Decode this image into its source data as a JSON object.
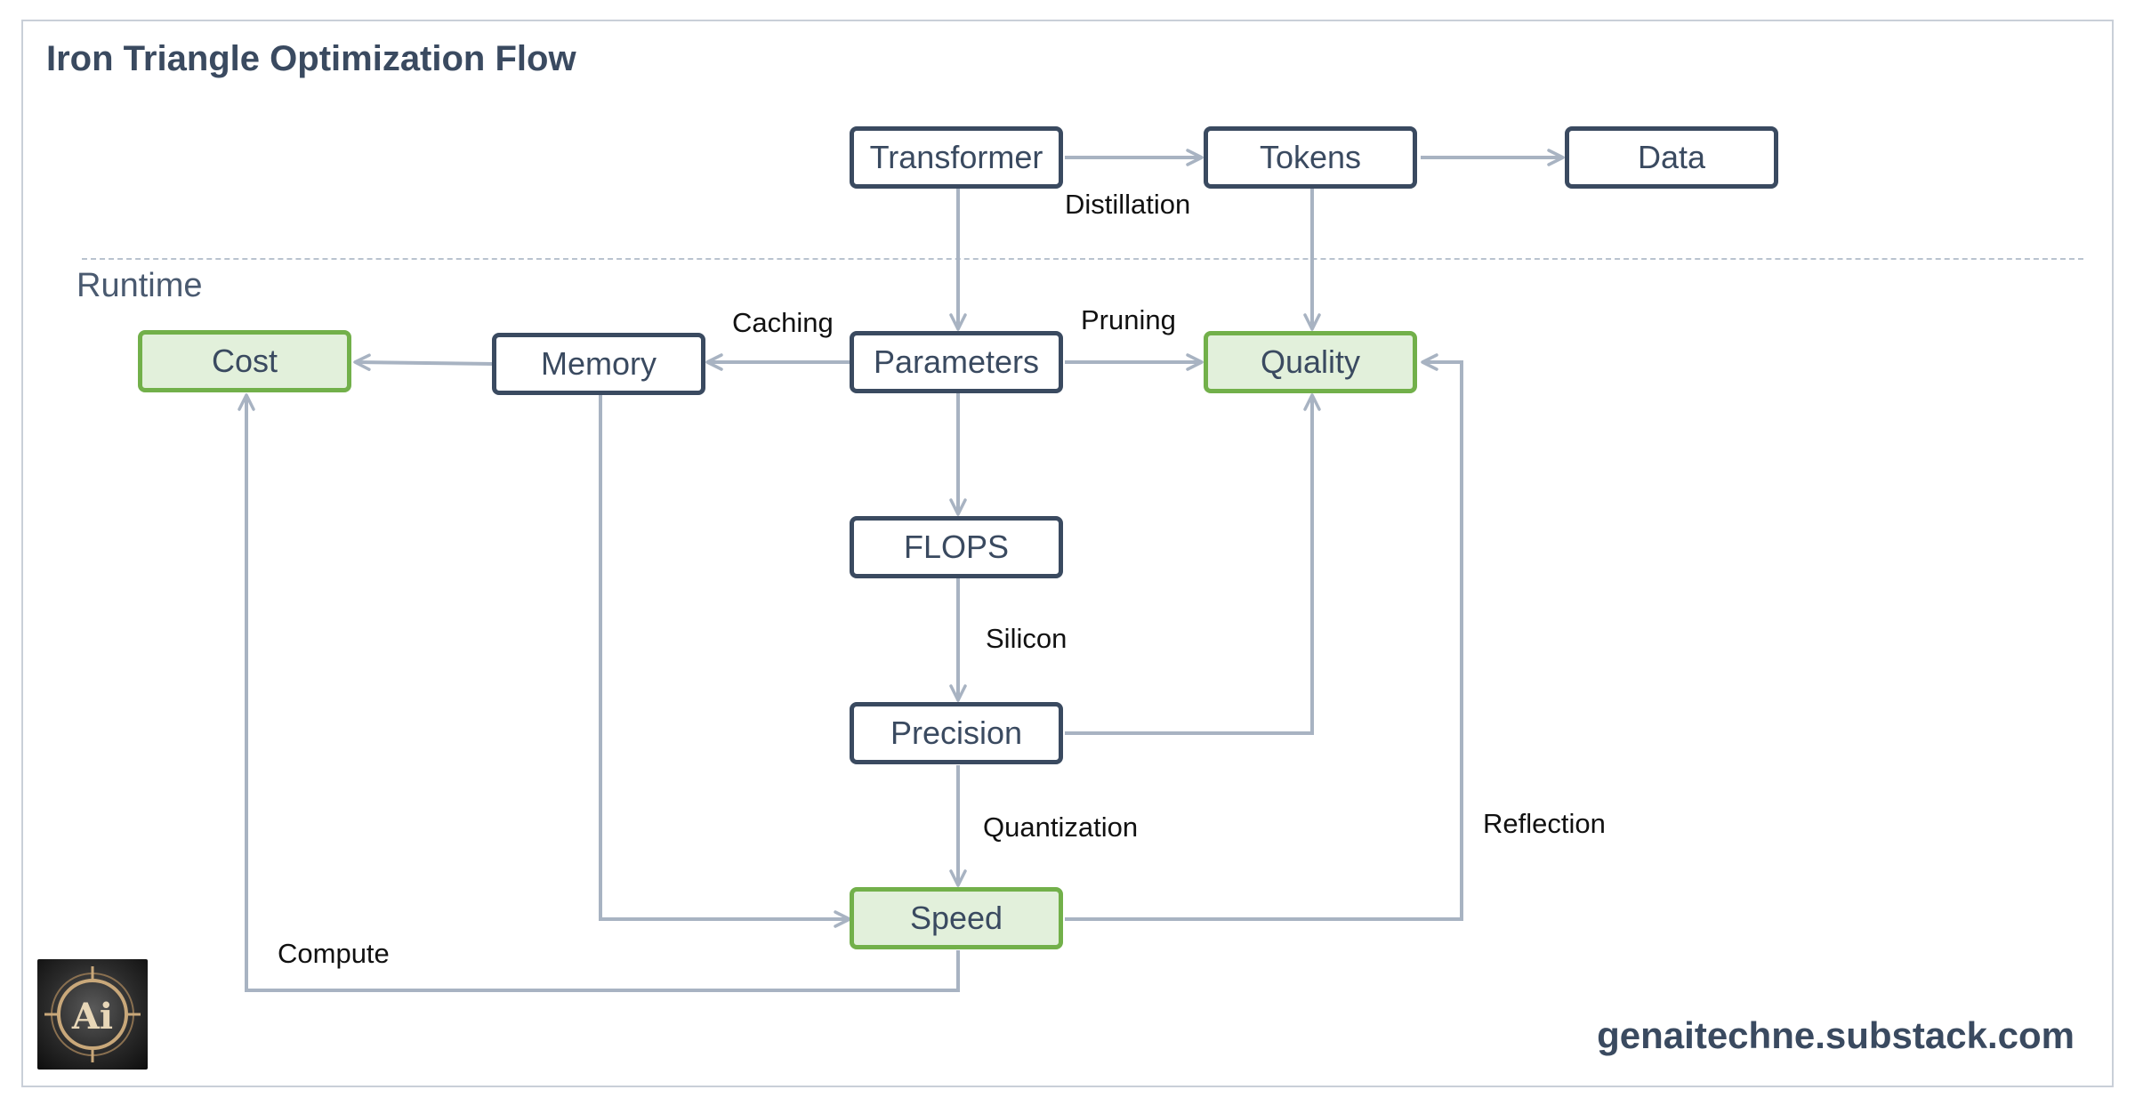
{
  "title": "Iron Triangle Optimization Flow",
  "runtime_label": "Runtime",
  "nodes": {
    "transformer": "Transformer",
    "tokens": "Tokens",
    "data": "Data",
    "cost": "Cost",
    "memory": "Memory",
    "parameters": "Parameters",
    "quality": "Quality",
    "flops": "FLOPS",
    "precision": "Precision",
    "speed": "Speed"
  },
  "edge_labels": {
    "distillation": "Distillation",
    "caching": "Caching",
    "pruning": "Pruning",
    "silicon": "Silicon",
    "quantization": "Quantization",
    "reflection": "Reflection",
    "compute": "Compute"
  },
  "logo_text": "Ai",
  "footer": "genaitechne.substack.com",
  "colors": {
    "node_border": "#3a4a60",
    "metric_border": "#72b04a",
    "metric_fill": "#e2f0db",
    "edge": "#a8b3c2"
  }
}
